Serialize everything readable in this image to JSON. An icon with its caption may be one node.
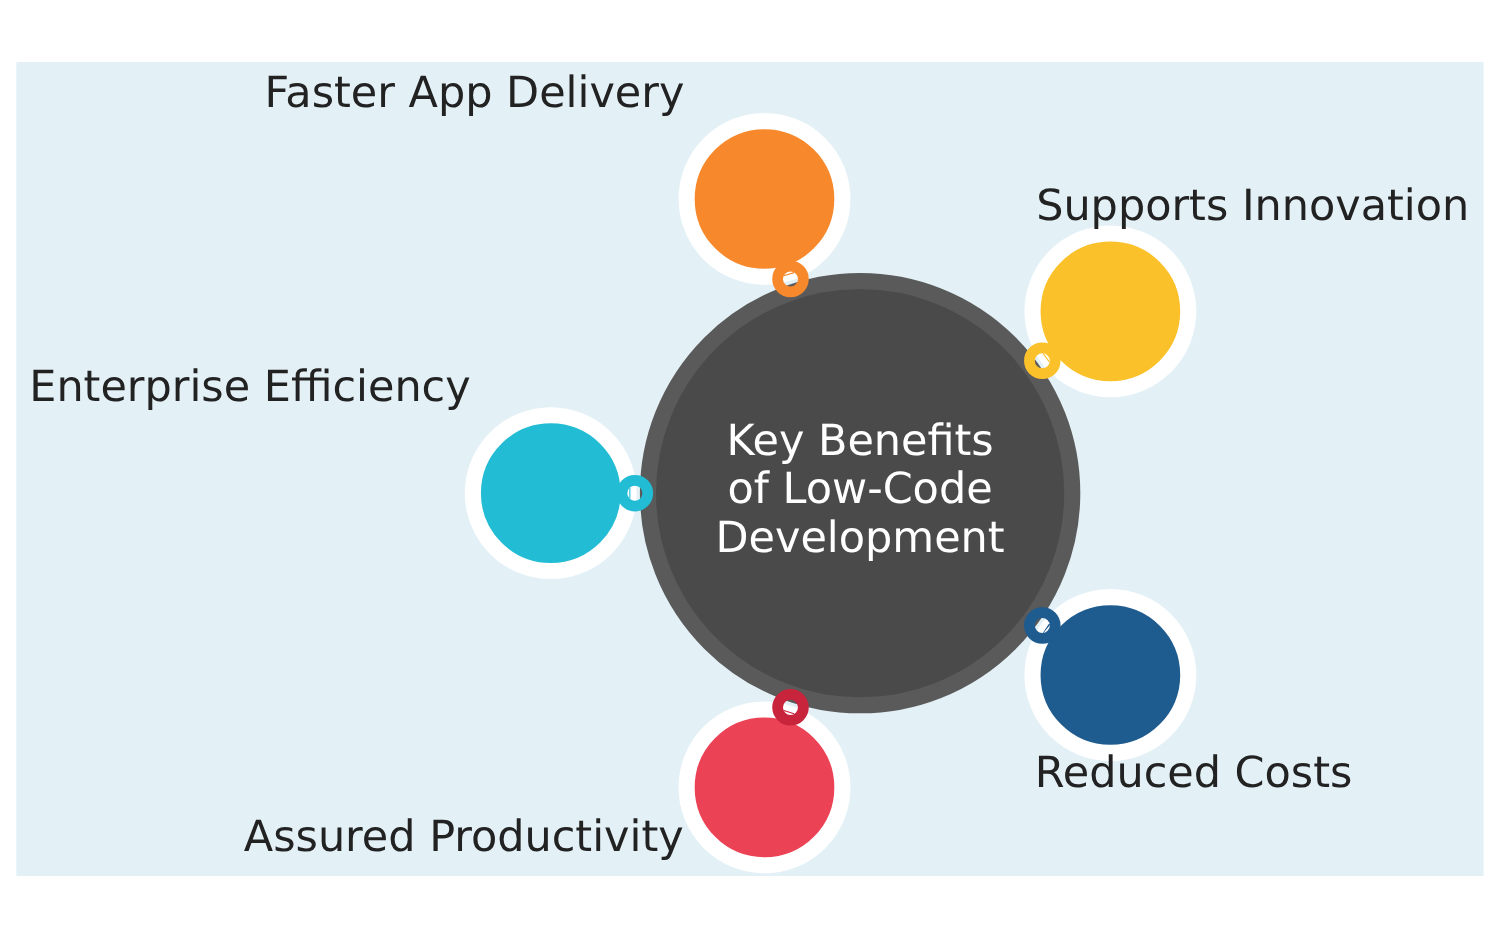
{
  "diagram": {
    "nodes": [
      {
        "text": [],
        "shape": "circle",
        "beside": [
          "Supports Innovation"
        ]
      },
      {
        "text": [],
        "shape": "circle",
        "beside": [
          "Faster App Delivery"
        ]
      },
      {
        "text": [
          "Key Benefits of Low-Code Development"
        ]
      },
      {
        "text": [],
        "shape": "circle",
        "beside": [
          "Enterprise Efficiency"
        ]
      },
      {
        "text": [],
        "shape": "circle",
        "beside": [
          "Assured Productivity"
        ]
      },
      {
        "text": [],
        "shape": "circle",
        "beside": [
          "Reduced Costs"
        ]
      }
    ],
    "edges": [
      {
        "from": 2,
        "to": 0,
        "arrow": "other",
        "color": "#fbc12a"
      },
      {
        "from": 2,
        "to": 1,
        "arrow": "other",
        "color": "#f7892c"
      },
      {
        "from": 2,
        "to": 3,
        "arrow": "other",
        "color": "#22bcd4"
      },
      {
        "from": 2,
        "to": 4,
        "arrow": "other",
        "color": "#c8243c"
      },
      {
        "from": 2,
        "to": 5,
        "arrow": "other",
        "color": "#1e5b8e"
      }
    ]
  }
}
